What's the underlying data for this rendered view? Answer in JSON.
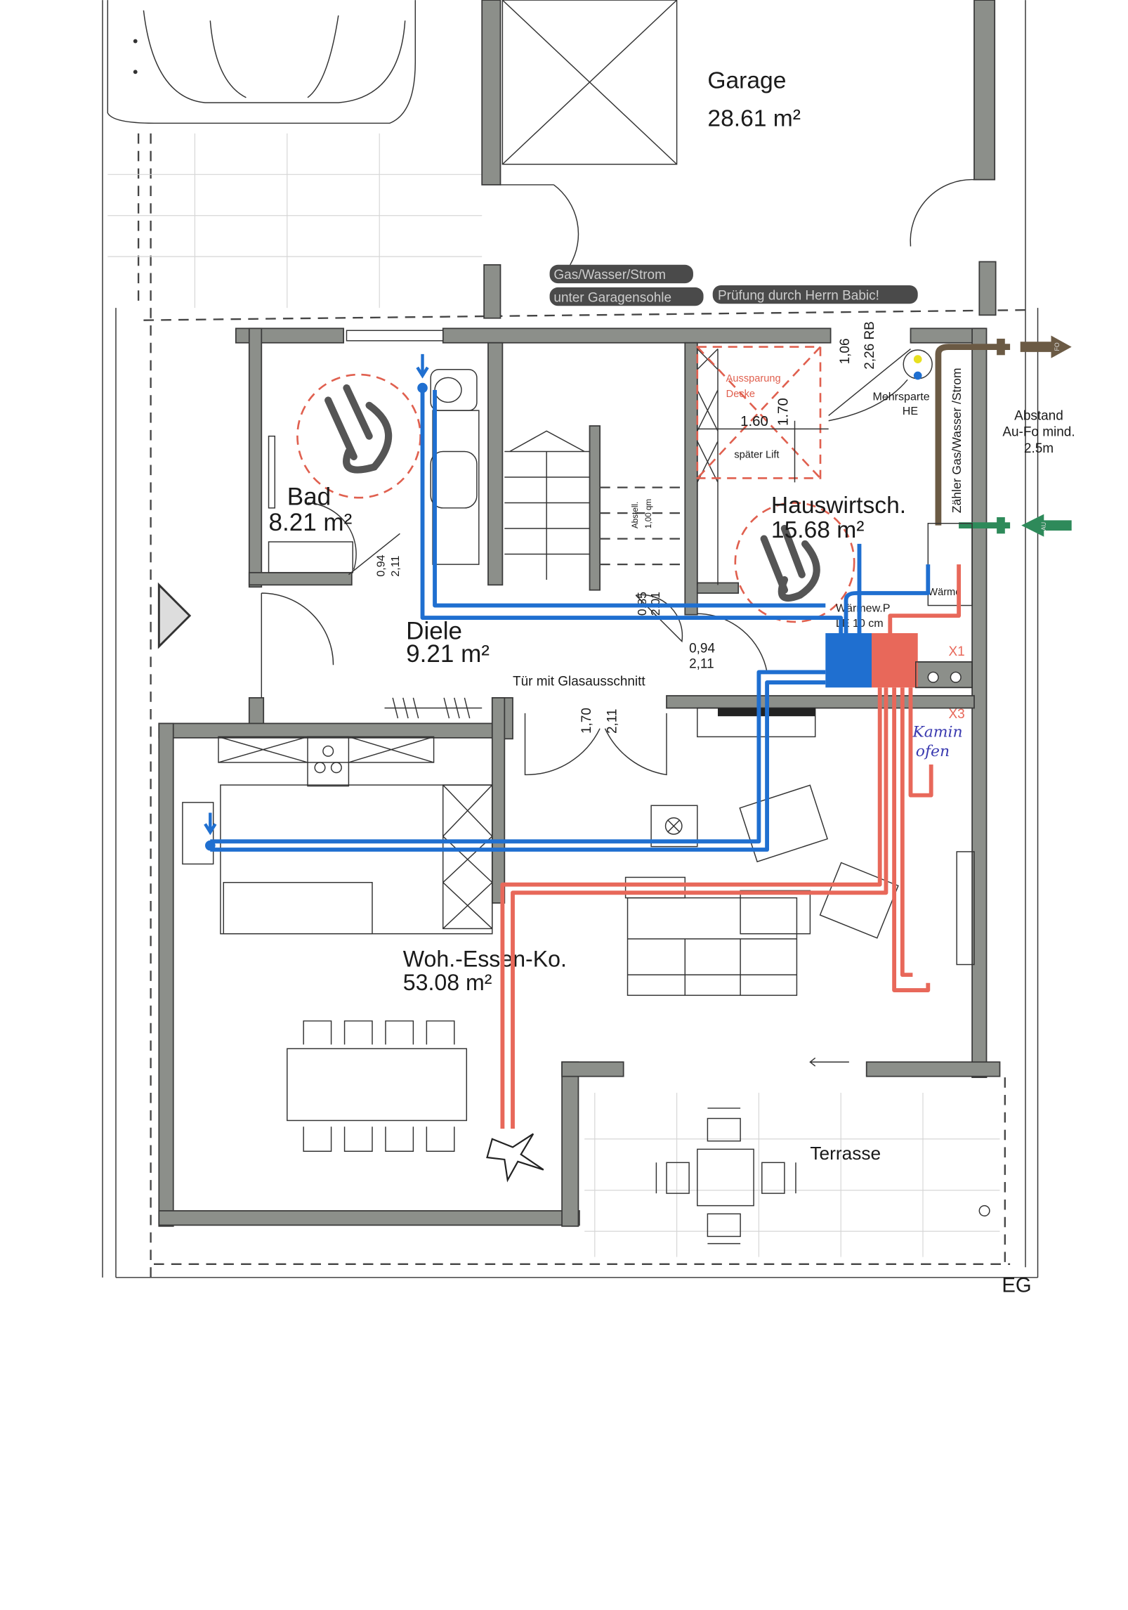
{
  "plan": {
    "floor_label": "EG",
    "colors": {
      "wall": "#8c8f8a",
      "cold_pipe": "#1f6fd0",
      "warm_pipe": "#e8685a",
      "exhaust": "#6b5a44",
      "intake": "#2e8a5a"
    },
    "rooms": {
      "garage": {
        "name": "Garage",
        "area": "28.61 m²"
      },
      "bad": {
        "name": "Bad",
        "area": "8.21 m²"
      },
      "diele": {
        "name": "Diele",
        "area": "9.21 m²"
      },
      "hauswirtschaft": {
        "name": "Hauswirtsch.",
        "area": "15.68 m²"
      },
      "wohnen": {
        "name": "Woh.-Essen-Ko.",
        "area": "53.08 m²"
      },
      "terrasse": {
        "name": "Terrasse"
      }
    },
    "notes": {
      "marker_line1": "Gas/Wasser/Strom",
      "marker_line2": "unter Garagensohle",
      "marker_line3": "Prüfung durch Herrn Babic!",
      "aussparung1": "Aussparung",
      "aussparung2": "Decke",
      "lift_width": "1.60",
      "lift_depth": "1.70",
      "lift": "später Lift",
      "window_dim1": "1,06",
      "window_dim2": "2,26 RB",
      "mehrsparte1": "Mehrsparte",
      "mehrsparte2": "HE",
      "zaehler": "Zähler Gas/Wasser /Strom",
      "abstand1": "Abstand",
      "abstand2": "Au-Fo mind.",
      "abstand3": "2.5m",
      "abstell1": "Abstell.",
      "abstell2": "1,00 qm",
      "waermepumpe1": "Wärmew.P",
      "waermepumpe2": "LE 10 cm",
      "waerme_right": "Wärme",
      "x1": "X1",
      "x3": "X3",
      "kamin1": "Kamin",
      "kamin2": "ofen",
      "door_glass": "Tür mit Glasausschnitt",
      "arrow_fo": "FO",
      "arrow_au": "AU"
    },
    "dims": {
      "bad_door_w": "0,94",
      "bad_door_h": "2,11",
      "abst_door_w": "0,85",
      "abst_door_h": "2,01",
      "hw_door_w": "0,94",
      "hw_door_h": "2,11",
      "living_door_w": "1,70",
      "living_door_h": "2,11"
    }
  }
}
